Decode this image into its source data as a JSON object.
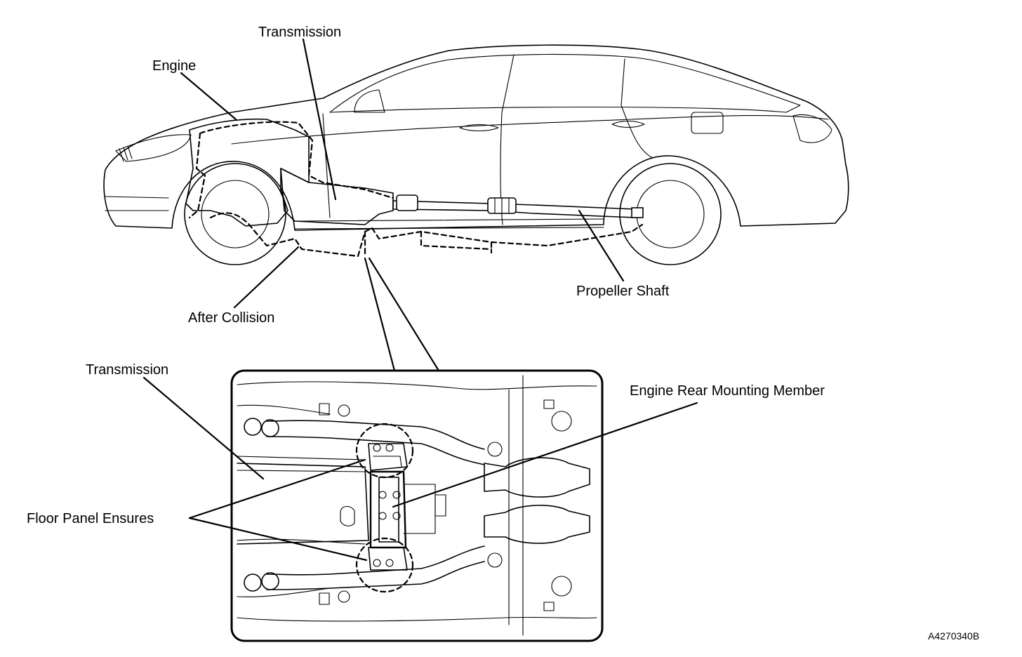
{
  "diagram": {
    "labels": {
      "transmission_top": "Transmission",
      "engine": "Engine",
      "after_collision": "After Collision",
      "propeller_shaft": "Propeller Shaft",
      "transmission_bottom": "Transmission",
      "engine_rear_mounting_member": "Engine Rear Mounting Member",
      "floor_panel_ensures": "Floor Panel Ensures"
    },
    "figure_id": "A4270340B"
  }
}
